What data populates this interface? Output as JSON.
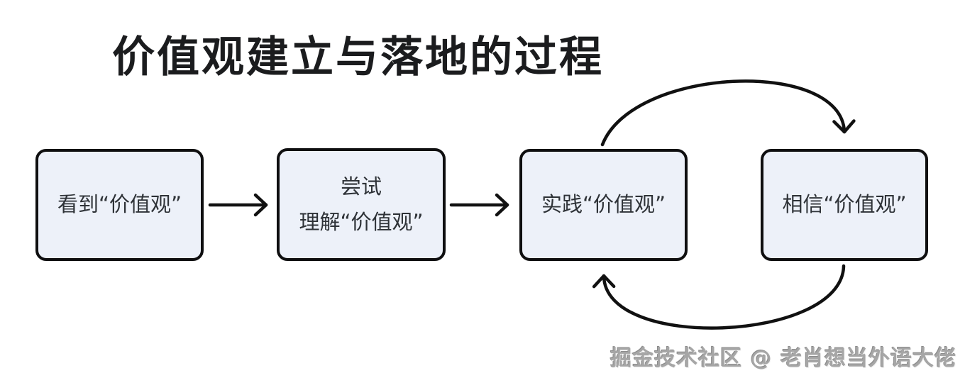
{
  "title": "价值观建立与落地的过程",
  "flow": {
    "nodes": [
      {
        "id": "see",
        "label": "看到“价值观”"
      },
      {
        "id": "try",
        "lines": [
          "尝试",
          "理解“价值观”"
        ]
      },
      {
        "id": "practice",
        "label": "实践“价值观”"
      },
      {
        "id": "believe",
        "label": "相信“价值观”"
      }
    ],
    "edges": [
      {
        "from": "see",
        "to": "try",
        "style": "straight-right-arrow"
      },
      {
        "from": "try",
        "to": "practice",
        "style": "straight-right-arrow"
      },
      {
        "from": "practice",
        "to": "believe",
        "style": "curved-arrow-over-top"
      },
      {
        "from": "believe",
        "to": "practice",
        "style": "curved-arrow-under-bottom"
      }
    ]
  },
  "watermark": "掘金技术社区 @ 老肖想当外语大佬",
  "colors": {
    "background": "#ffffff",
    "title_color": "#1b1c1e",
    "node_fill": "#edf1f9",
    "node_border": "#0f0f10",
    "node_text": "#2e3237",
    "arrow_color": "#111111",
    "watermark_color": "#a6a6a6"
  }
}
